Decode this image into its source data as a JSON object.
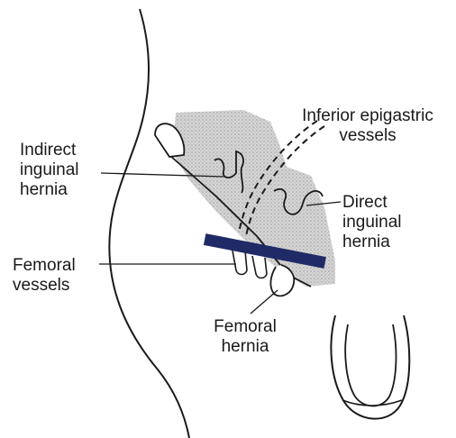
{
  "labels": {
    "inferior_epigastric": [
      "Inferior epigastric",
      "vessels"
    ],
    "indirect_hernia": [
      "Indirect",
      "inguinal",
      "hernia"
    ],
    "direct_hernia": [
      "Direct",
      "inguinal",
      "hernia"
    ],
    "femoral_vessels": [
      "Femoral",
      "vessels"
    ],
    "femoral_hernia": [
      "Femoral",
      "hernia"
    ]
  },
  "colors": {
    "ink": "#1a1a1a",
    "stipple": "#c9c9c9",
    "marker_bar": "#1f2a66"
  }
}
